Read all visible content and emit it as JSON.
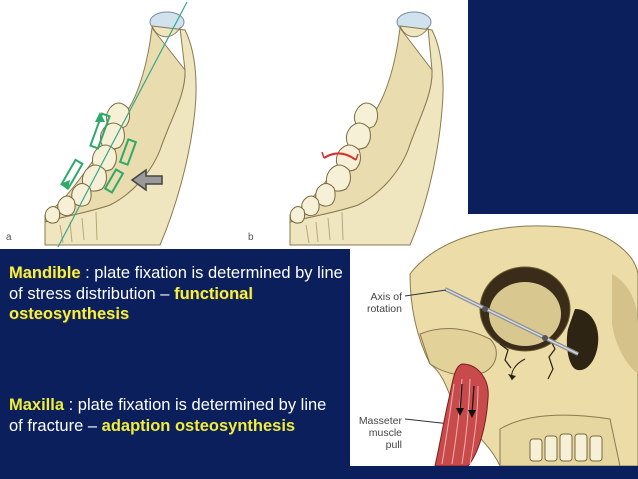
{
  "figure_a": {
    "letter": "a"
  },
  "figure_b": {
    "letter": "b"
  },
  "skull": {
    "axis_label_1": "Axis of",
    "axis_label_2": "rotation",
    "masseter_label_1": "Masseter",
    "masseter_label_2": "muscle",
    "masseter_label_3": "pull"
  },
  "mandible": {
    "term": "Mandible",
    "text_1": " : plate fixation is determined by line of stress distribution – ",
    "keyword": "functional osteosynthesis"
  },
  "maxilla": {
    "term": "Maxilla",
    "text_1": " : plate fixation is determined by line of fracture – ",
    "keyword": "adaption osteosynthesis"
  },
  "colors": {
    "navy": "#0a1f5c",
    "keyword_yellow": "#f7f04a",
    "bone": "#efe6c0",
    "plate_green": "#3cb371",
    "fracture_red": "#d83030"
  }
}
